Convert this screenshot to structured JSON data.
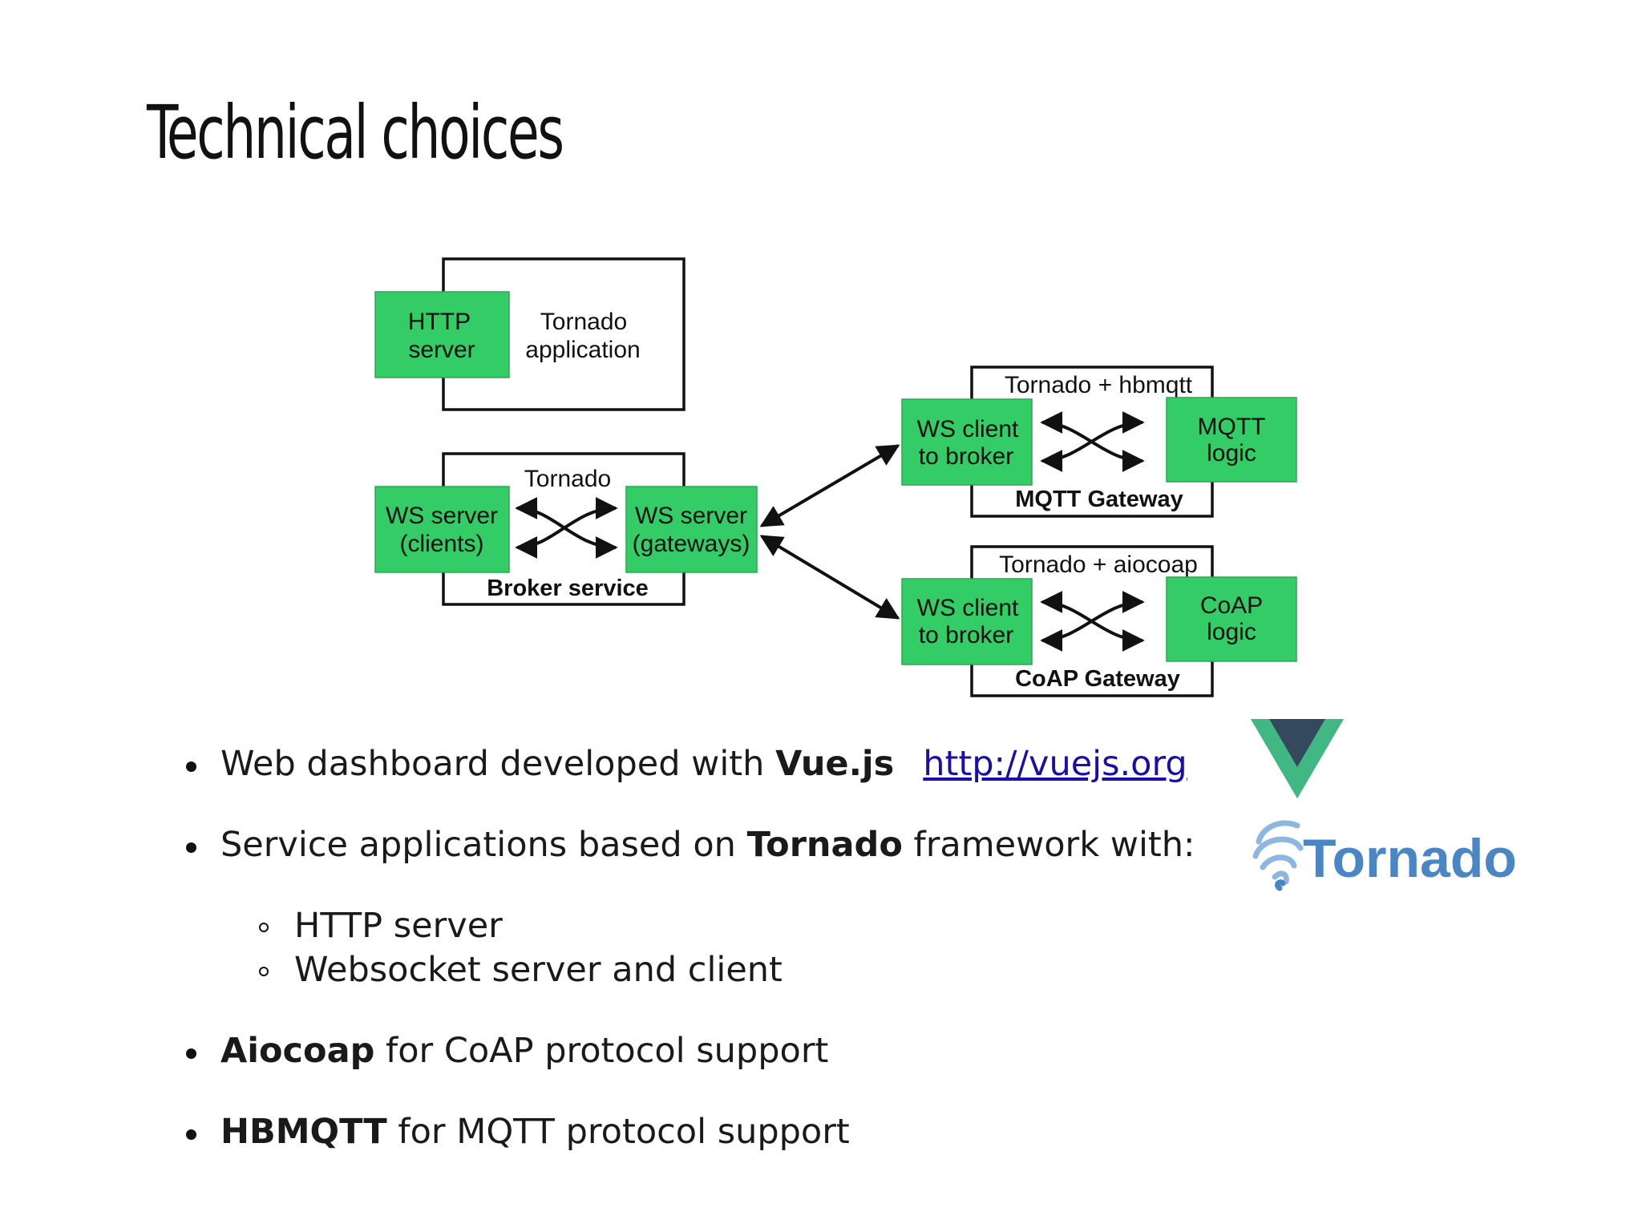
{
  "slide": {
    "title": "Technical choices"
  },
  "diagram": {
    "tornado_app": {
      "http_server": [
        "HTTP",
        "server"
      ],
      "label": [
        "Tornado",
        "application"
      ]
    },
    "broker": {
      "header": "Tornado",
      "ws_clients": [
        "WS server",
        "(clients)"
      ],
      "ws_gateways": [
        "WS server",
        "(gateways)"
      ],
      "footer": "Broker service"
    },
    "mqtt_gateway": {
      "header": "Tornado + hbmqtt",
      "ws_client": [
        "WS client",
        "to broker"
      ],
      "logic": [
        "MQTT",
        "logic"
      ],
      "footer": "MQTT Gateway"
    },
    "coap_gateway": {
      "header": "Tornado + aiocoap",
      "ws_client": [
        "WS client",
        "to broker"
      ],
      "logic": [
        "CoAP",
        "logic"
      ],
      "footer": "CoAP Gateway"
    },
    "colors": {
      "green": "#33cc66",
      "border": "#111111"
    }
  },
  "bullets": {
    "item1_prefix": "Web dashboard developed with ",
    "item1_bold": "Vue.js",
    "item1_link": "http://vuejs.org",
    "item2_prefix": "Service applications based on ",
    "item2_bold": "Tornado",
    "item2_suffix": " framework with:",
    "sub1": "HTTP server",
    "sub2": "Websocket server and client",
    "item3_bold": "Aiocoap",
    "item3_suffix": " for CoAP protocol support",
    "item4_bold": "HBMQTT",
    "item4_suffix": " for MQTT protocol support"
  },
  "logos": {
    "vue": "vue-logo-icon",
    "tornado_text": "Tornado",
    "tornado_icon": "tornado-swirl-icon",
    "colors": {
      "vue_green": "#41b883",
      "vue_dark": "#35495e",
      "tornado_blue": "#4a86c4"
    }
  }
}
